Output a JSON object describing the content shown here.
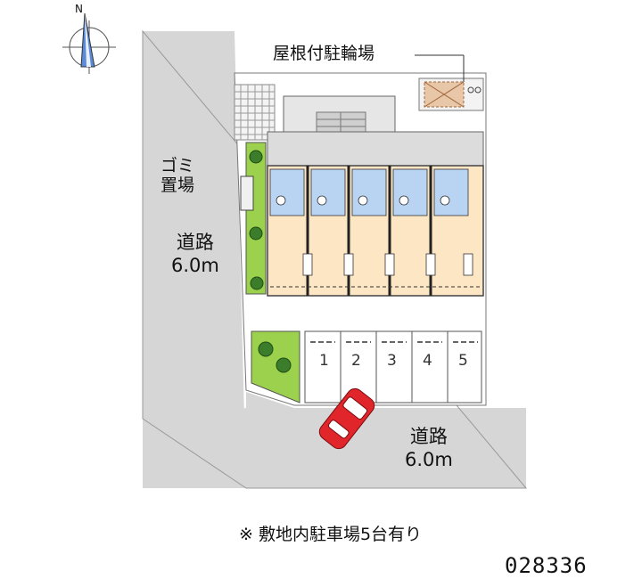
{
  "compass": {
    "north": "N"
  },
  "labels": {
    "roof_bike": "屋根付駐輪場",
    "trash_line1": "ゴミ",
    "trash_line2": "置場",
    "road_west_line1": "道路",
    "road_west_line2": "6.0m",
    "road_south_line1": "道路",
    "road_south_line2": "6.0m"
  },
  "parking": {
    "spaces": [
      "1",
      "2",
      "3",
      "4",
      "5"
    ]
  },
  "note": "※ 敷地内駐車場5台有り",
  "property_code": "028336",
  "icons": [
    "compass-icon",
    "bicycle-icon",
    "car-icon",
    "tree-icon",
    "trash-bin-icon"
  ],
  "colors": {
    "road": "#d6d6d6",
    "building_floor": "#fde6c4",
    "wet_area": "#b9d4f2",
    "building_roof": "#dcdcdc",
    "green": "#9bd14d",
    "car": "#e0252b",
    "bike_area": "#e8c6a8"
  }
}
